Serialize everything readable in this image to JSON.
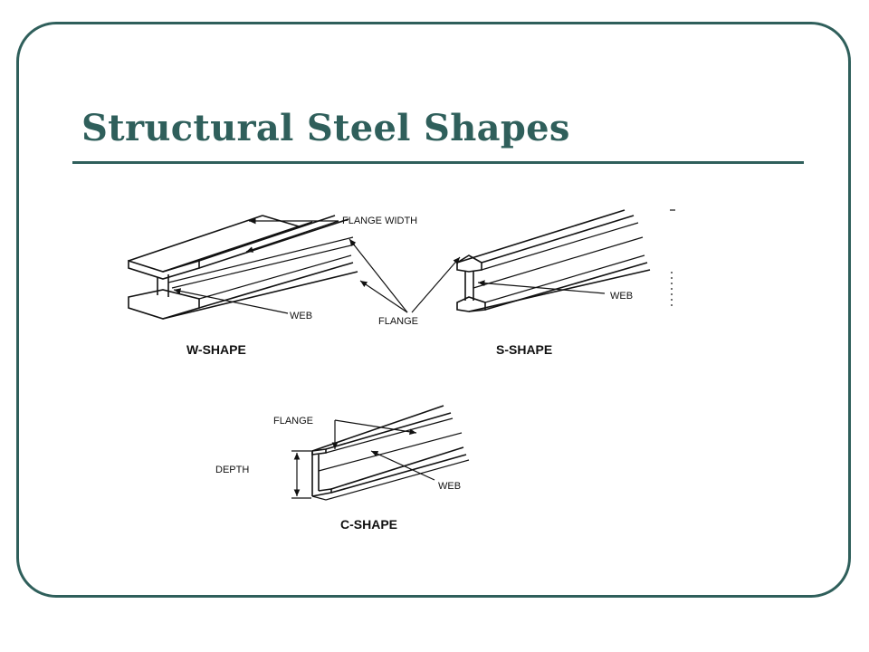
{
  "slide": {
    "title": "Structural Steel Shapes",
    "accent_color": "#2f5f5b"
  },
  "diagram": {
    "labels": {
      "flange_width": "FLANGE WIDTH",
      "web_w": "WEB",
      "flange_shared": "FLANGE",
      "web_s": "WEB",
      "flange_c": "FLANGE",
      "depth": "DEPTH",
      "web_c": "WEB"
    },
    "captions": {
      "w_shape": "W-SHAPE",
      "s_shape": "S-SHAPE",
      "c_shape": "C-SHAPE"
    }
  }
}
